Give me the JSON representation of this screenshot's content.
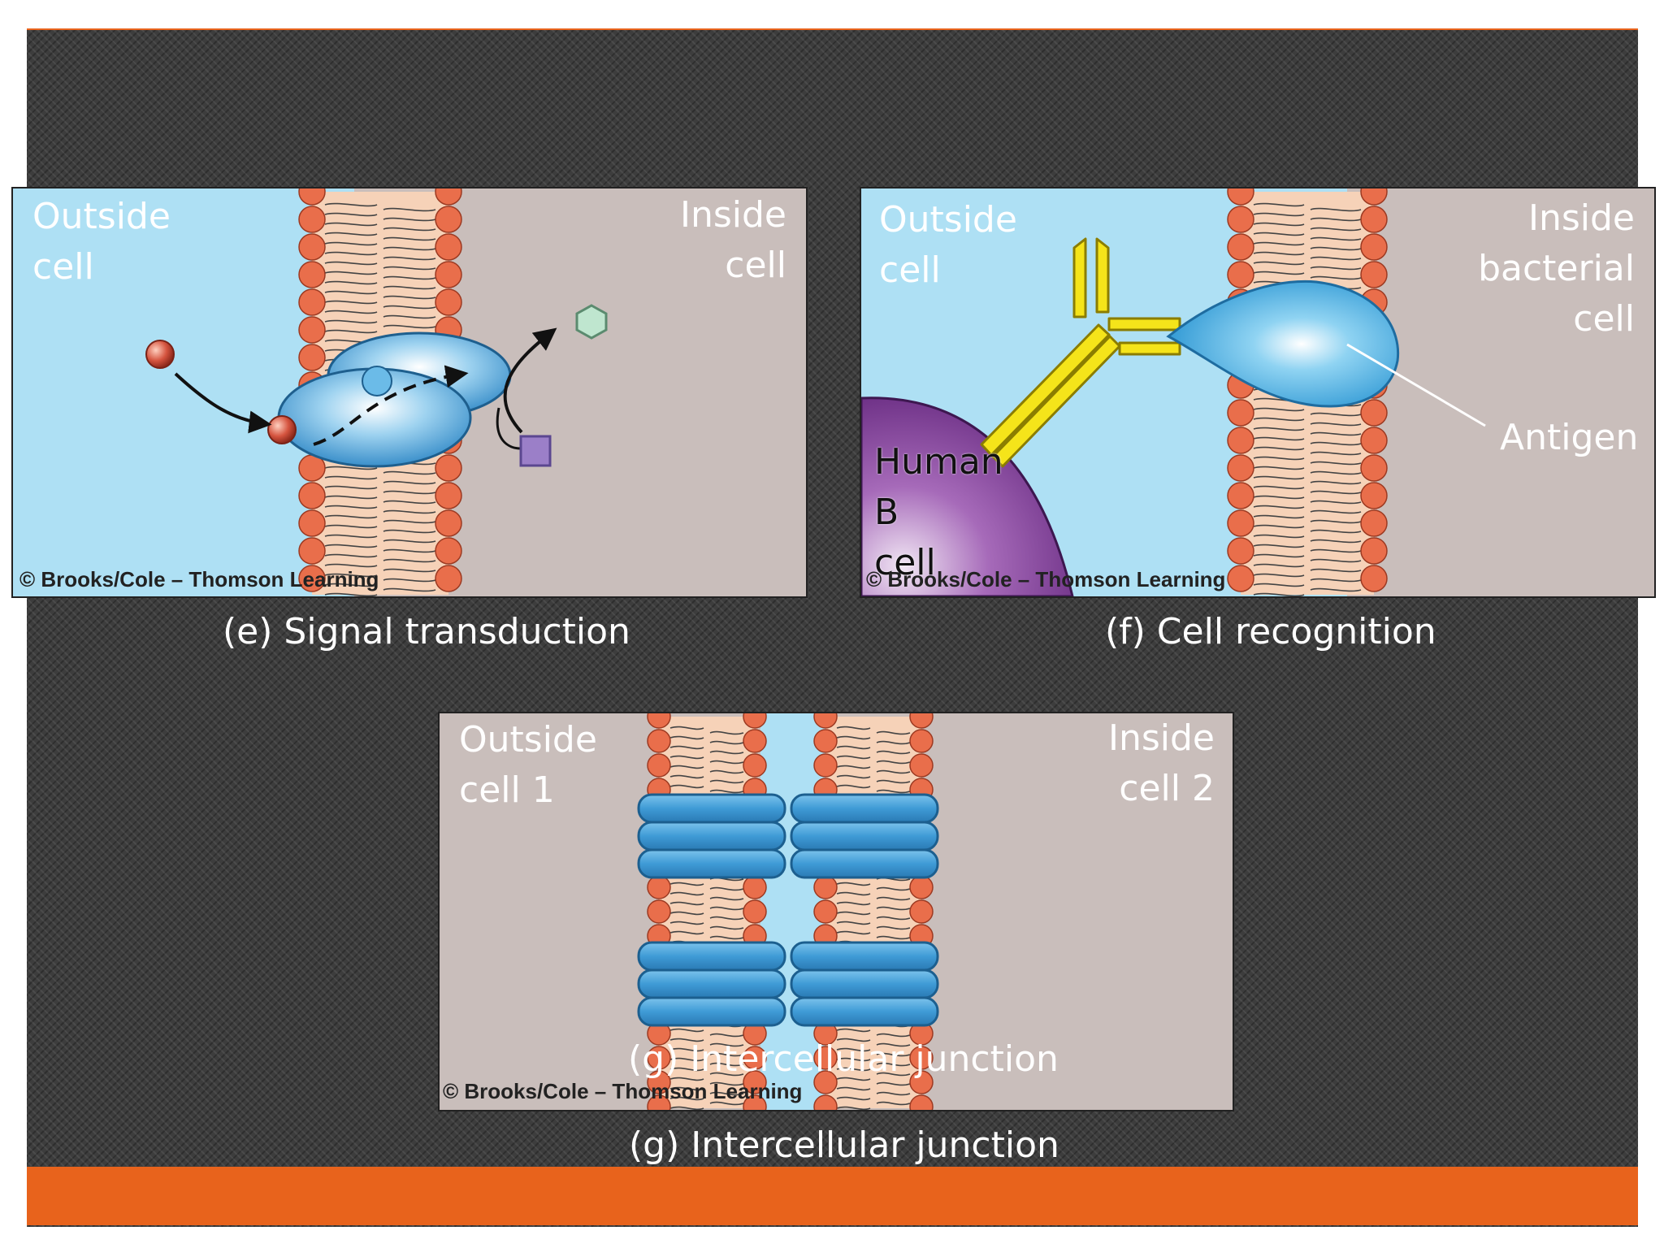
{
  "colors": {
    "slide_background": "#3d3d3d",
    "accent": "#e8631c",
    "outside_fluid": "#aee0f4",
    "cytoplasm": "#c9bebb",
    "lipid_head": "#e96e4b",
    "lipid_tail": "#f6d2b8",
    "protein": "#4aa6dc",
    "antibody": "#f5e41a",
    "b_cell": "#8e4aa2"
  },
  "panel_e": {
    "outside_label": [
      "Outside",
      "cell"
    ],
    "inside_label": [
      "Inside",
      "cell"
    ],
    "credit": "© Brooks/Cole – Thomson Learning",
    "caption": "(e) Signal transduction"
  },
  "panel_f": {
    "outside_label": [
      "Outside",
      "cell"
    ],
    "inside_label": [
      "Inside",
      "bacterial",
      "cell"
    ],
    "antigen_label": "Antigen",
    "b_cell_label": [
      "Human",
      "B",
      "cell"
    ],
    "credit": "© Brooks/Cole – Thomson Learning",
    "caption": "(f) Cell recognition"
  },
  "panel_g": {
    "outside_label": [
      "Outside",
      "cell 1"
    ],
    "inside_label": [
      "Inside",
      "cell 2"
    ],
    "inner_caption": "(g)  Intercellular junction",
    "credit": "© Brooks/Cole – Thomson Learning",
    "caption": "(g) Intercellular junction"
  }
}
